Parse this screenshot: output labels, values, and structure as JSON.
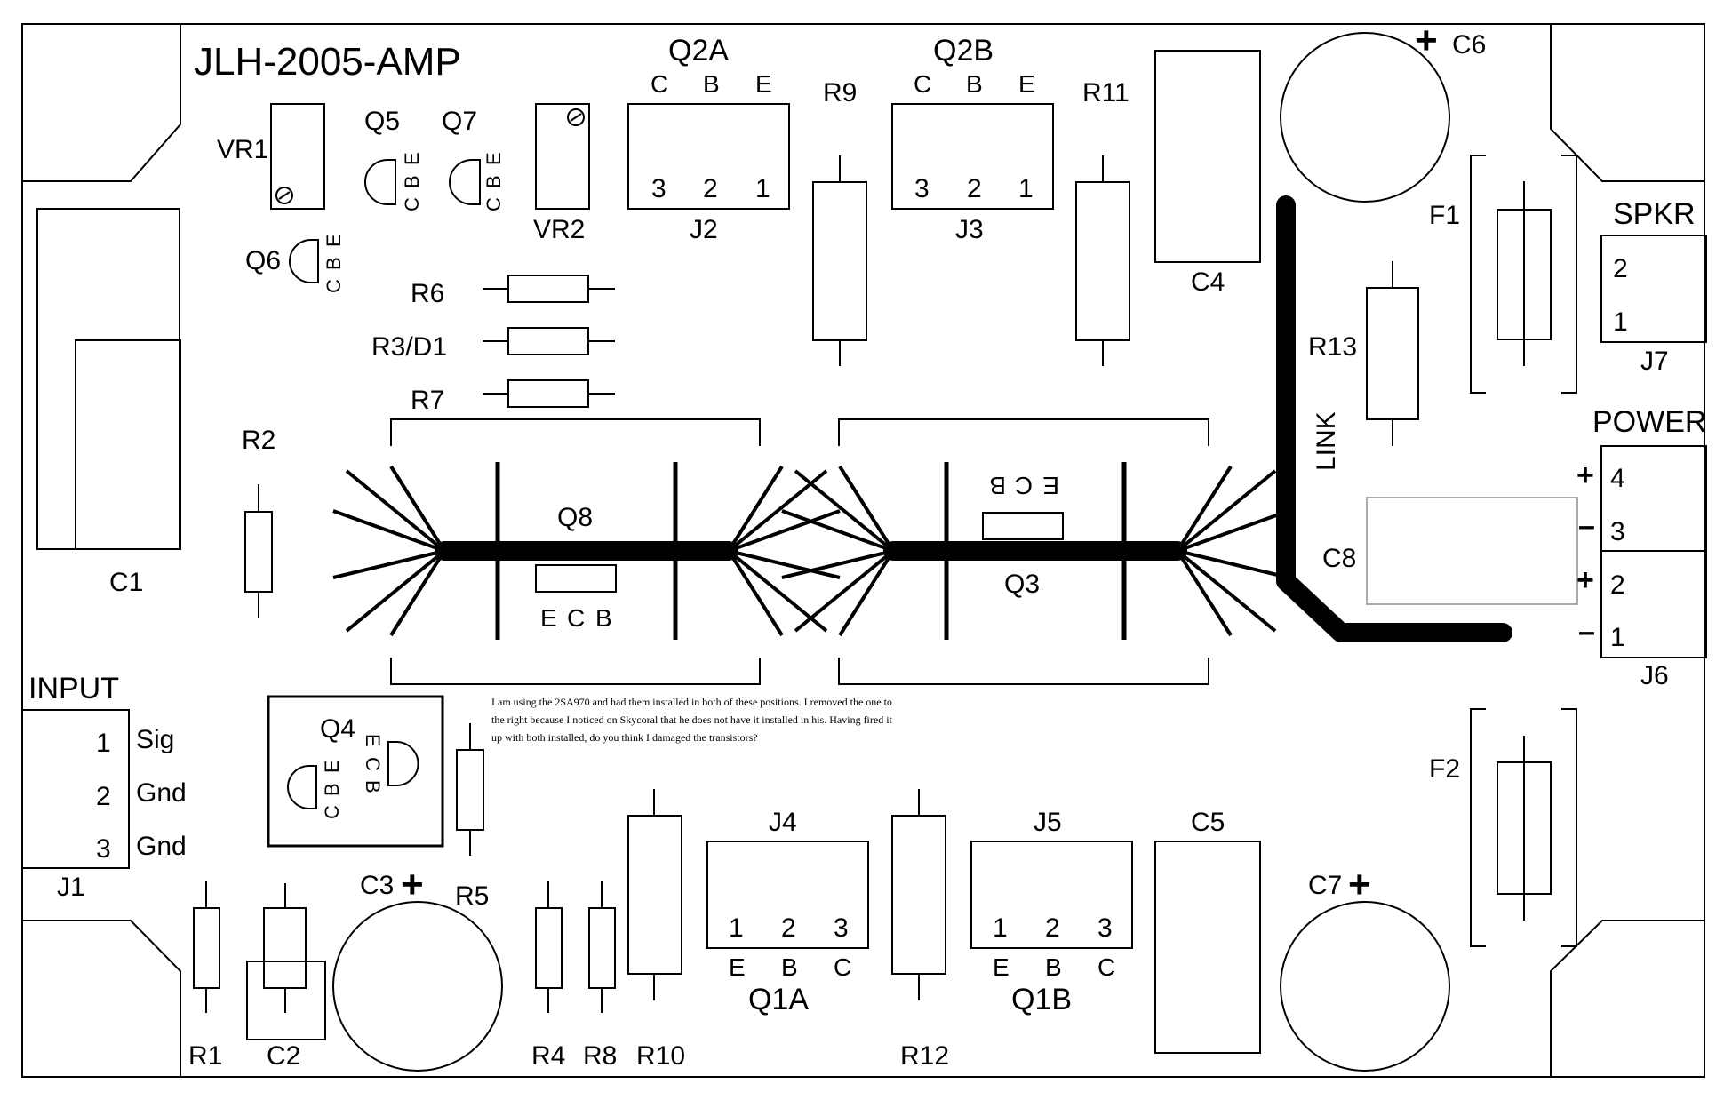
{
  "title": "JLH-2005-AMP",
  "note_lines": [
    "I am using the 2SA970 and had them installed in both of these positions. I removed the one to",
    "the right because I noticed on Skycoral that he does not have it installed in his. Having fired it",
    "up with both installed, do you think I damaged the transistors?"
  ],
  "labels": {
    "vr1": "VR1",
    "vr2": "VR2",
    "q2a": "Q2A",
    "q2b": "Q2B",
    "q5": "Q5",
    "q7": "Q7",
    "q6": "Q6",
    "q8": "Q8",
    "q3": "Q3",
    "q4": "Q4",
    "q1a": "Q1A",
    "q1b": "Q1B",
    "r1": "R1",
    "r2": "R2",
    "r3d1": "R3/D1",
    "r4": "R4",
    "r5": "R5",
    "r6": "R6",
    "r7": "R7",
    "r8": "R8",
    "r9": "R9",
    "r10": "R10",
    "r11": "R11",
    "r12": "R12",
    "r13": "R13",
    "c1": "C1",
    "c2": "C2",
    "c3": "C3",
    "c4": "C4",
    "c5": "C5",
    "c6": "C6",
    "c7": "C7",
    "c8": "C8",
    "j1": "J1",
    "j2": "J2",
    "j3": "J3",
    "j4": "J4",
    "j5": "J5",
    "j6": "J6",
    "j7": "J7",
    "f1": "F1",
    "f2": "F2",
    "input": "INPUT",
    "spkr": "SPKR",
    "power": "POWER",
    "link": "LINK"
  },
  "pins": {
    "cbe": [
      "C",
      "B",
      "E"
    ],
    "ecb": [
      "E",
      "C",
      "B"
    ],
    "ebc": [
      "E",
      "B",
      "C"
    ],
    "n321": [
      "3",
      "2",
      "1"
    ],
    "n123": [
      "1",
      "2",
      "3"
    ],
    "n21": [
      "2",
      "1"
    ],
    "n4321": [
      "4",
      "3",
      "2",
      "1"
    ],
    "j1_nums": [
      "1",
      "2",
      "3"
    ],
    "j1_names": [
      "Sig",
      "Gnd",
      "Gnd"
    ],
    "plus": "+",
    "minus": "–"
  }
}
